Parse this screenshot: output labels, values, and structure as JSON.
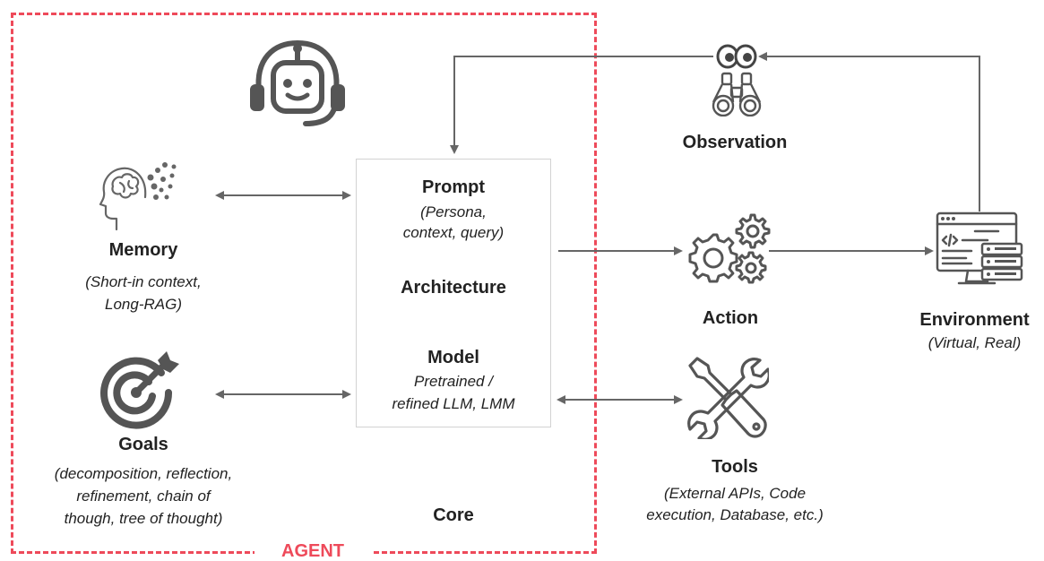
{
  "agent": {
    "label": "AGENT"
  },
  "core": {
    "prompt_title": "Prompt",
    "prompt_detail_1": "(Persona,",
    "prompt_detail_2": "context, query)",
    "architecture": "Architecture",
    "model_title": "Model",
    "model_detail_1": "Pretrained /",
    "model_detail_2": "refined LLM, LMM",
    "label": "Core"
  },
  "memory": {
    "title": "Memory",
    "detail_1": "(Short-in context,",
    "detail_2": "Long-RAG)"
  },
  "goals": {
    "title": "Goals",
    "detail_1": "(decomposition, reflection,",
    "detail_2": "refinement, chain of",
    "detail_3": "though, tree of thought)"
  },
  "observation": {
    "title": "Observation"
  },
  "action": {
    "title": "Action"
  },
  "environment": {
    "title": "Environment",
    "detail": "(Virtual, Real)"
  },
  "tools": {
    "title": "Tools",
    "detail_1": "(External APIs, Code",
    "detail_2": "execution, Database, etc.)"
  },
  "icons": [
    "robot-headset-icon",
    "brain-head-icon",
    "target-icon",
    "binoculars-icon",
    "eyes-icon",
    "gears-icon",
    "wrench-screwdriver-icon",
    "server-monitor-icon"
  ],
  "colors": {
    "agent_border": "#ee4a5a",
    "icon_gray": "#555555",
    "arrow_gray": "#666666",
    "core_border": "#d2d2d2"
  }
}
